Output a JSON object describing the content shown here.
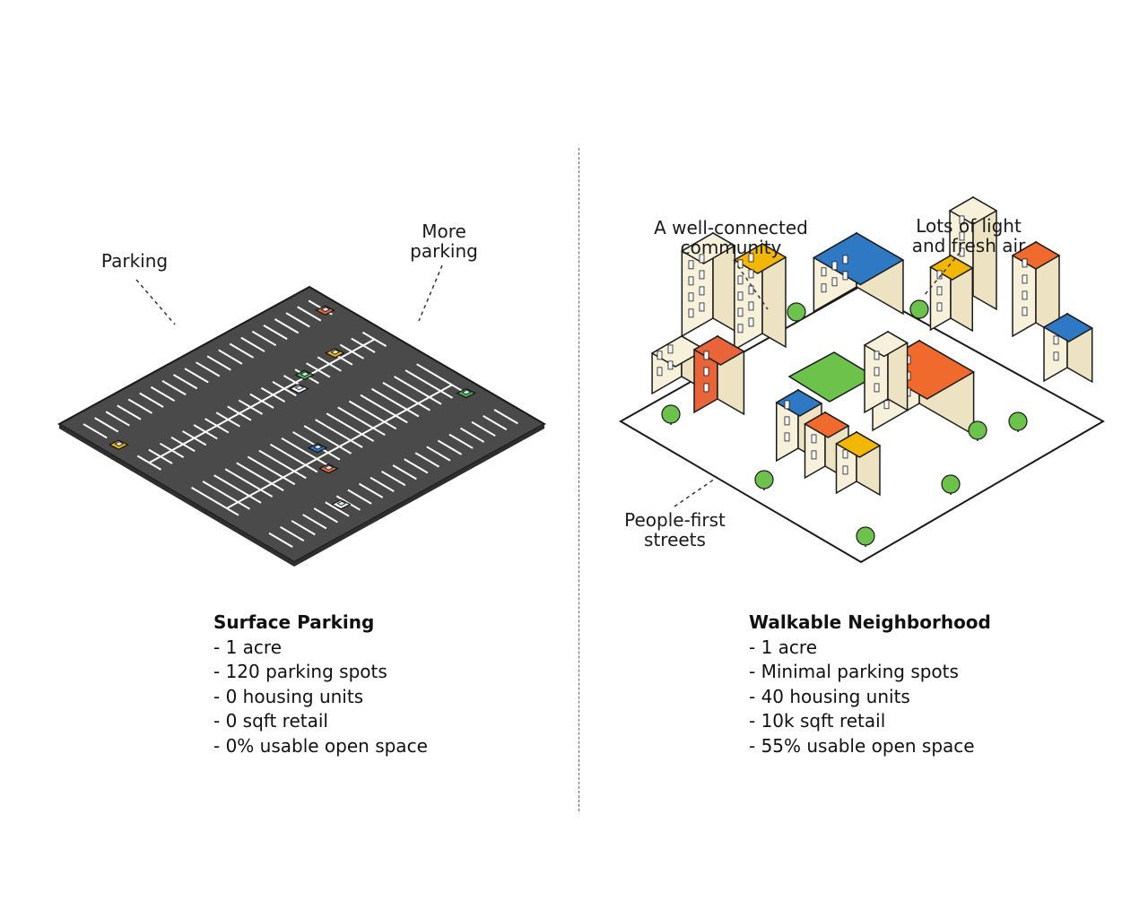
{
  "left": {
    "callouts": [
      "Parking",
      "More\nparking"
    ],
    "title": "Surface Parking",
    "stats": [
      "- 1 acre",
      "- 120 parking spots",
      "- 0 housing units",
      "- 0 sqft retail",
      "- 0% usable open space"
    ],
    "car_colors": [
      "#e8653a",
      "#f2b705",
      "#4caf50",
      "#ffffff",
      "#2f78c4"
    ]
  },
  "right": {
    "callouts": [
      "A well-connected\ncommunity",
      "Lots of light\nand fresh air",
      "People-first\nstreets"
    ],
    "title": "Walkable Neighborhood",
    "stats": [
      "- 1 acre",
      "- Minimal parking spots",
      "- 40 housing units",
      "- 10k sqft retail",
      "- 55% usable open space"
    ]
  },
  "colors": {
    "asphalt": "#4a4a4a",
    "roof_blue": "#2f78c4",
    "roof_orange": "#ef6a2c",
    "roof_yellow": "#f2b705",
    "facade": "#f7f1dc",
    "brick": "#e8653a",
    "tree": "#6cc24a"
  }
}
